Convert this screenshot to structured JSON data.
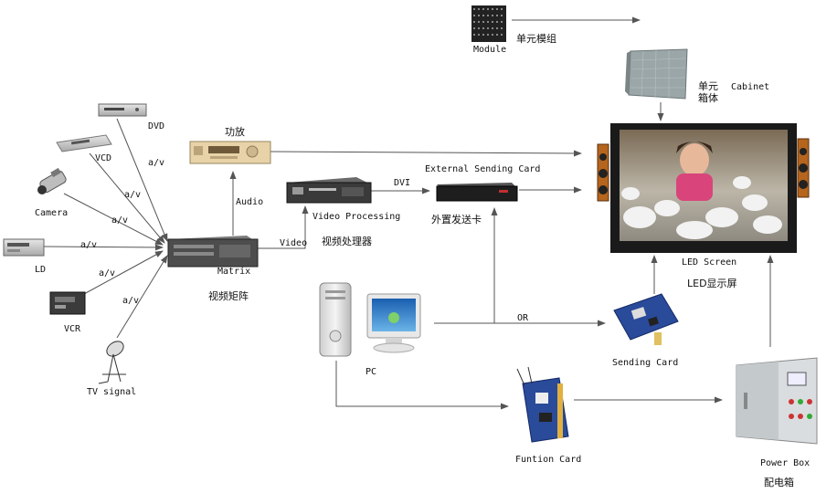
{
  "nodes": {
    "module": {
      "en": "Module",
      "cn": "单元模组"
    },
    "cabinet": {
      "cn1": "单元",
      "cn2": "箱体",
      "en": "Cabinet"
    },
    "amp": {
      "cn": "功放"
    },
    "dvd": {
      "en": "DVD"
    },
    "vcd": {
      "en": "VCD"
    },
    "camera": {
      "en": "Camera"
    },
    "ld": {
      "en": "LD"
    },
    "vcr": {
      "en": "VCR"
    },
    "tv": {
      "en": "TV signal"
    },
    "matrix": {
      "en": "Matrix",
      "cn": "视频矩阵"
    },
    "vp": {
      "en": "Video Processing",
      "cn": "视频处理器"
    },
    "esc": {
      "en": "External Sending Card",
      "cn": "外置发送卡"
    },
    "led": {
      "en": "LED Screen",
      "cn": "LED显示屏"
    },
    "pc": {
      "en": "PC"
    },
    "sending": {
      "en": "Sending Card"
    },
    "funtion": {
      "en": "Funtion Card"
    },
    "power": {
      "en": "Power Box",
      "cn": "配电箱"
    }
  },
  "edges": {
    "av": "a/v",
    "audio": "Audio",
    "video": "Video",
    "dvi": "DVI",
    "or": "OR"
  },
  "colors": {
    "line": "#555555",
    "device_dark": "#3a3a3a",
    "device_silver": "#c8c8c8",
    "amp_gold": "#e8d2a8",
    "screen_frame": "#1a1a1a",
    "board_blue": "#2a4a9a",
    "power_box": "#d9dde0"
  }
}
